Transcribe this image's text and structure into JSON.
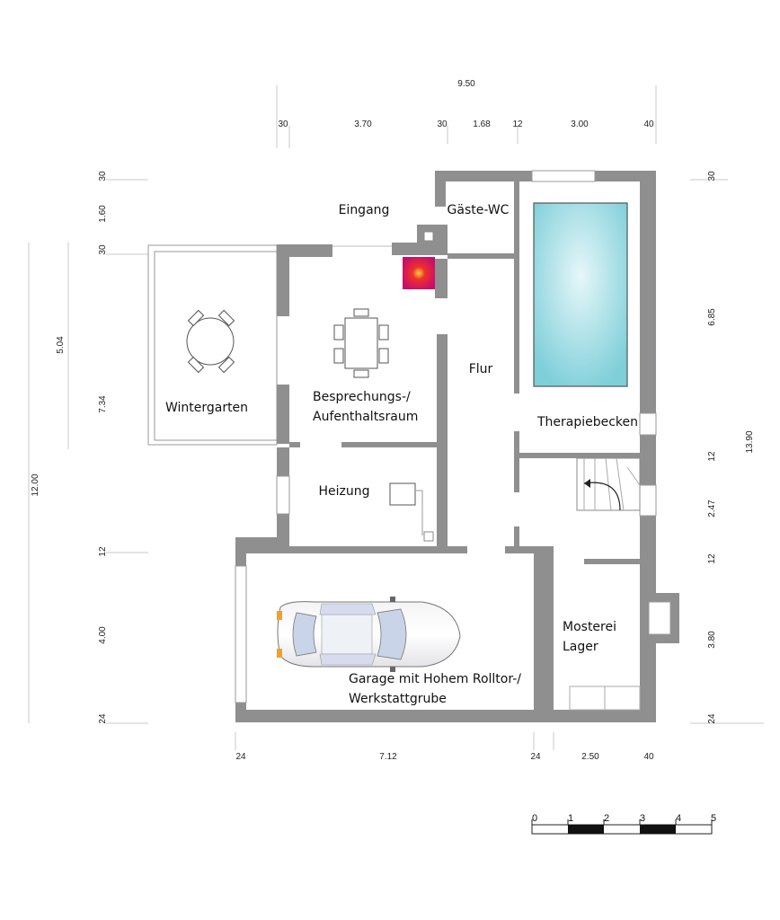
{
  "rooms": {
    "eingang": "Eingang",
    "gaeste_wc": "Gäste-WC",
    "flur": "Flur",
    "besprechung_1": "Besprechungs-/",
    "besprechung_2": "Aufenthaltsraum",
    "wintergarten": "Wintergarten",
    "therapiebecken": "Therapiebecken",
    "heizung": "Heizung",
    "mosterei_1": "Mosterei",
    "mosterei_2": "Lager",
    "garage_1": "Garage mit Hohem Rolltor-/",
    "garage_2": "Werkstattgrube"
  },
  "dimensions": {
    "top_total": "9.50",
    "top": [
      "30",
      "3.70",
      "30",
      "1.68",
      "12",
      "3.00",
      "40"
    ],
    "bottom": [
      "24",
      "7.12",
      "24",
      "2.50",
      "40"
    ],
    "left_total": "12.00",
    "left_mid": "5.04",
    "left": [
      "30",
      "1.60",
      "30",
      "7.34",
      "12",
      "4.00",
      "24"
    ],
    "right_total": "13.90",
    "right": [
      "30",
      "6.85",
      "12",
      "2.47",
      "12",
      "3.80",
      "24"
    ]
  },
  "scale_bar": {
    "labels": [
      "0",
      "1",
      "2",
      "3",
      "4",
      "5"
    ]
  },
  "colors": {
    "wall": "#8f8f8f",
    "pool": "#8fd3dc",
    "fireplace": "#d4105a"
  }
}
